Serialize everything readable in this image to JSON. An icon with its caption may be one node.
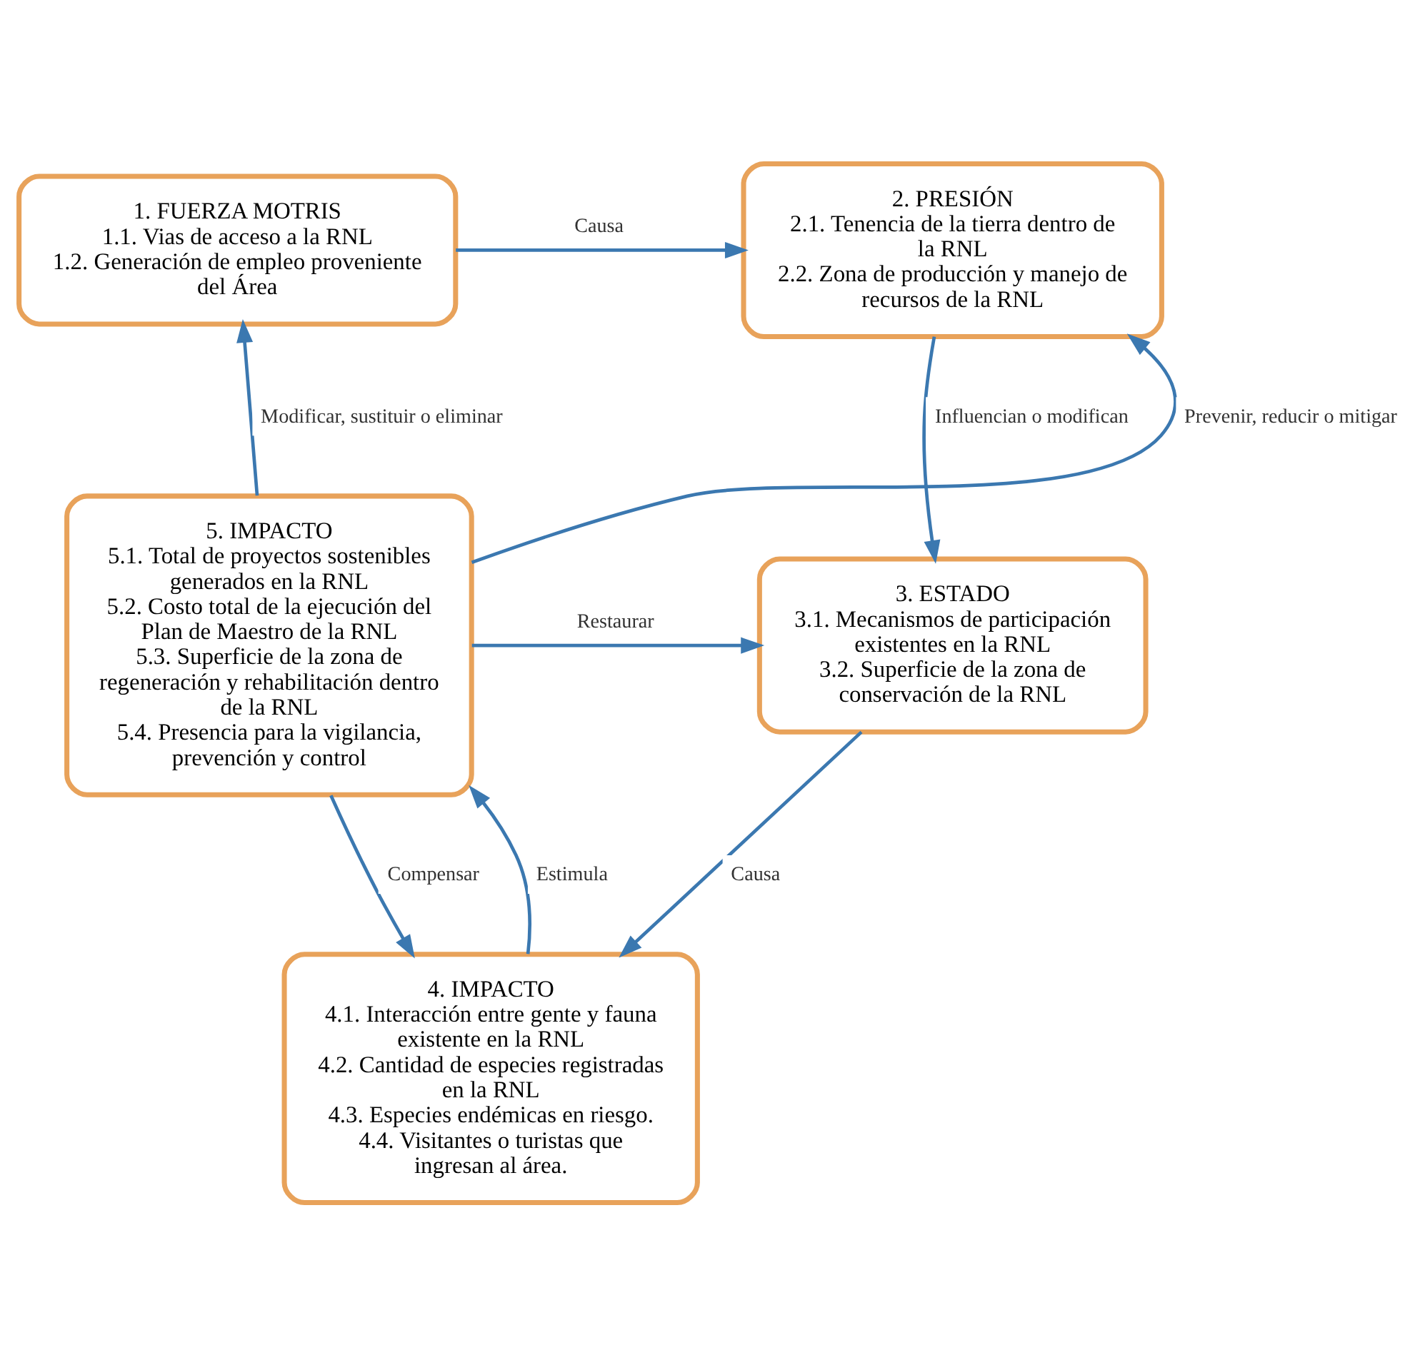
{
  "diagram": {
    "nodes": [
      {
        "text": [
          "1. FUERZA MOTRIS",
          "1.1. Vias de acceso a la RNL",
          "1.2. Generación de empleo proveniente del Área"
        ]
      },
      {
        "text": [
          "2. PRESIÓN",
          "2.1. Tenencia de la tierra dentro de la RNL",
          "2.2. Zona de producción y manejo de recursos de la RNL"
        ]
      },
      {
        "text": [
          "5. IMPACTO",
          "5.1. Total de proyectos sostenibles generados en la RNL",
          "5.2. Costo total de la ejecución del Plan de Maestro de la RNL",
          "5.3. Superficie de la zona de regeneración y rehabilitación dentro de la RNL",
          "5.4. Presencia para la vigilancia, prevención y control"
        ]
      },
      {
        "text": [
          "3. ESTADO",
          "3.1. Mecanismos de participación existentes en la RNL",
          "3.2. Superficie de la zona de conservación de la RNL"
        ]
      },
      {
        "text": [
          "4. IMPACTO",
          "4.1. Interacción entre gente y fauna existente en la RNL",
          "4.2. Cantidad de especies registradas en la RNL",
          "4.3. Especies endémicas en riesgo.",
          "4.4. Visitantes o turistas que ingresan al área."
        ]
      }
    ],
    "edges": [
      {
        "from": 0,
        "to": 1,
        "arrow": "to",
        "label": "Causa"
      },
      {
        "from": 1,
        "to": 3,
        "arrow": "to",
        "label": "Influencian o modifican"
      },
      {
        "from": 2,
        "to": 0,
        "arrow": "to",
        "label": "Modificar, sustituir o eliminar"
      },
      {
        "from": 2,
        "to": 1,
        "arrow": "to",
        "label": "Prevenir, reducir o mitigar"
      },
      {
        "from": 2,
        "to": 3,
        "arrow": "to",
        "label": "Restaurar"
      },
      {
        "from": 2,
        "to": 4,
        "arrow": "to",
        "label": "Compensar"
      },
      {
        "from": 3,
        "to": 4,
        "arrow": "to",
        "label": "Causa"
      },
      {
        "from": 4,
        "to": 2,
        "arrow": "to",
        "label": "Estimula"
      }
    ]
  }
}
